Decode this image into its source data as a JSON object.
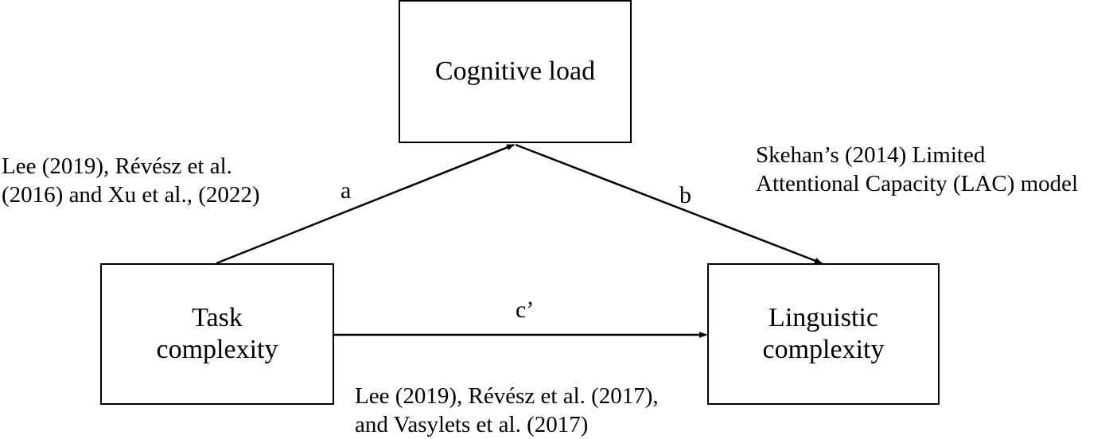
{
  "boxes": {
    "mediator": "Cognitive load",
    "independent": [
      "Task",
      "complexity"
    ],
    "dependent": [
      "Linguistic",
      "complexity"
    ]
  },
  "paths": {
    "a": "a",
    "b": "b",
    "c": "c’"
  },
  "citations": {
    "path_a": [
      "Lee (2019), Révész et al.",
      "(2016) and Xu et al., (2022)"
    ],
    "path_b": [
      "Skehan’s (2014) Limited",
      "Attentional Capacity (LAC) model"
    ],
    "path_c": [
      "Lee (2019), Révész et al. (2017),",
      "and Vasylets et al. (2017)"
    ]
  }
}
